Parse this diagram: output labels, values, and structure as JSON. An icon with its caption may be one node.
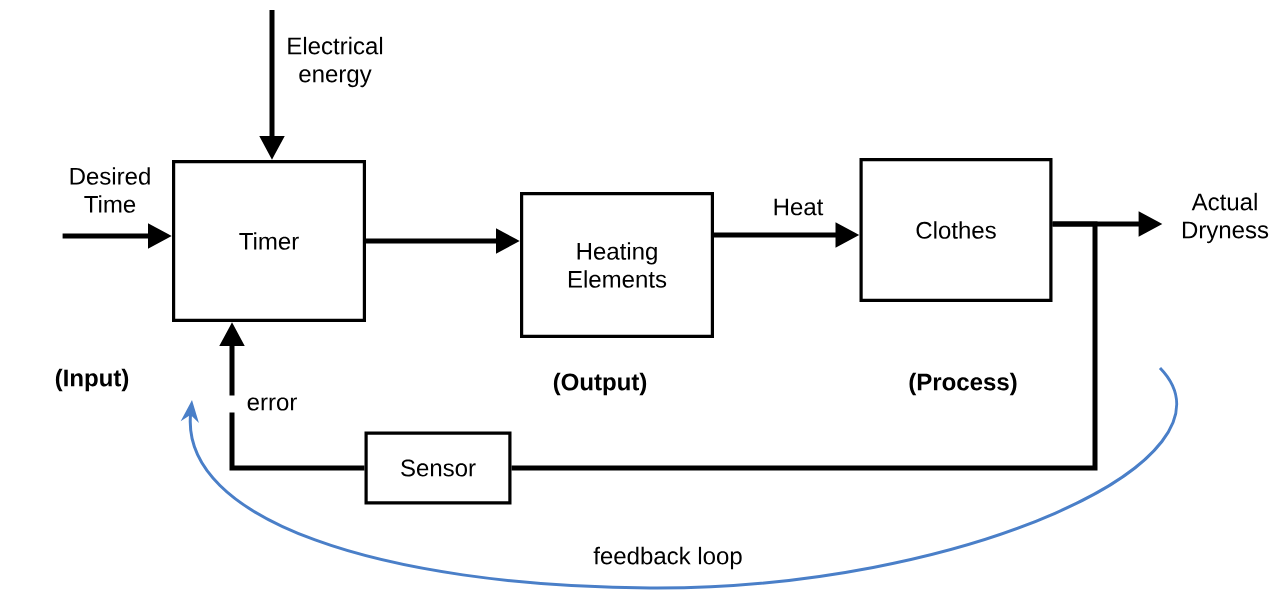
{
  "diagram": {
    "nodes": [
      {
        "text": [
          "Desired Time"
        ]
      },
      {
        "text": [
          "Timer"
        ]
      },
      {
        "text": [
          "Heating Elements"
        ]
      },
      {
        "text": [
          "Clothes"
        ]
      },
      {
        "text": [
          "Actual Dryness"
        ]
      },
      {
        "text": [
          "Sensor"
        ]
      }
    ],
    "edges": [
      {
        "from": 0,
        "to": 1,
        "arrow": "to"
      },
      {
        "from": null,
        "to": 1,
        "arrow": "to",
        "label": "Electrical energy"
      },
      {
        "from": 1,
        "to": 2,
        "arrow": "to"
      },
      {
        "from": 2,
        "to": 3,
        "arrow": "to",
        "label": "Heat"
      },
      {
        "from": 3,
        "to": 4,
        "arrow": "to"
      },
      {
        "from": 3,
        "to": 5,
        "arrow": "none"
      },
      {
        "from": 5,
        "to": 1,
        "arrow": "to",
        "label": "error"
      }
    ],
    "labels": [
      "(Input)",
      "(Output)",
      "(Process)",
      "feedback loop"
    ]
  }
}
